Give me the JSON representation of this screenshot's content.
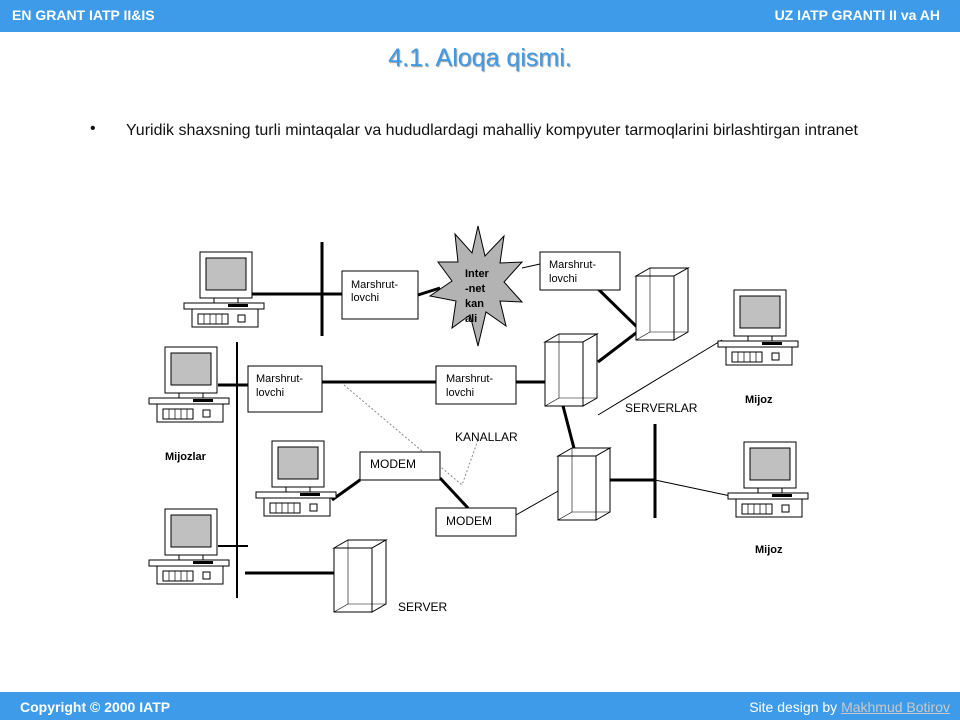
{
  "header": {
    "left": "EN GRANT IATP II&IS",
    "right": "UZ  IATP GRANTI II va AH"
  },
  "title": "4.1. Aloqa qismi.",
  "bullet": {
    "symbol": "•",
    "text": "Yuridik shaxsning turli mintaqalar va hududlardagi mahalliy kompyuter tarmoqlarini birlashtirgan intranet"
  },
  "diagram": {
    "router_label_1": "Marshrut-",
    "router_label_2": "lovchi",
    "internet_lines": [
      "Inter",
      "-net",
      "kan",
      "ali"
    ],
    "modem": "MODEM",
    "channels": "KANALLAR",
    "servers": "SERVERLAR",
    "server": "SERVER",
    "clients_left": "Mijozlar",
    "client_right": "Mijoz"
  },
  "footer": {
    "copyright": "Copyright © 2000 IATP",
    "design_prefix": "Site design by ",
    "designer": "Makhmud Botirov"
  },
  "colors": {
    "bar": "#3d9be9",
    "title": "#3d9be9"
  }
}
